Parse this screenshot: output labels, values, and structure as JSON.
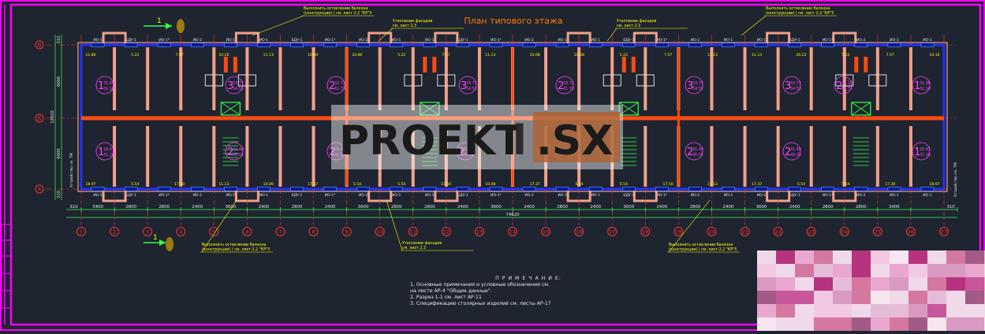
{
  "title": "План типового этажа",
  "watermark": {
    "left": "PROEKT",
    "right": ".SX",
    "middle_mark": "l"
  },
  "callouts": {
    "balcony_top": [
      "Выполнить остекление балкона",
      "(конструкции) | см. лист 2.2 \"КР\"5"
    ],
    "balcony_bottom": [
      "Выполнить остекление балкона",
      "(конструкции) | см. лист 2.2 \"КР\"5"
    ],
    "insulate_top": [
      "Утепление фасадов",
      "см. лист 2.3"
    ],
    "insulate_bottom": [
      "Утепление фасадов",
      "см. лист 2.3"
    ]
  },
  "section_marker": "1",
  "axes_columns": [
    "1",
    "2",
    "3",
    "4",
    "5",
    "6",
    "7",
    "8",
    "9",
    "10",
    "11",
    "12",
    "13",
    "14",
    "15",
    "16",
    "17",
    "18",
    "19",
    "20",
    "21",
    "22",
    "23",
    "24",
    "25",
    "26",
    "27"
  ],
  "axes_rows": [
    "В",
    "Б",
    "А"
  ],
  "dimensions": {
    "bottom_row1": [
      "310",
      "3400",
      "2800",
      "2800",
      "2400",
      "3600",
      "2400",
      "2800",
      "2400",
      "3600",
      "2800",
      "2800",
      "2400",
      "3600",
      "2400",
      "2800",
      "2400",
      "3600",
      "2400",
      "2800",
      "2400",
      "3600",
      "2400",
      "2800",
      "2800",
      "3400",
      "310"
    ],
    "total": "74620",
    "left_vertical": [
      "310",
      "6000",
      "12620",
      "6000",
      "310"
    ]
  },
  "apartments_top": [
    {
      "num": "1",
      "area": "31.80",
      "living": "52.10"
    },
    {
      "num": "3",
      "area": "33.77",
      "living": "54.53"
    },
    {
      "num": "2",
      "area": "33.72",
      "living": "61.73"
    },
    {
      "num": "3",
      "area": "33.77",
      "living": "54.53"
    },
    {
      "num": "2",
      "area": "33.72",
      "living": "61.73"
    },
    {
      "num": "3",
      "area": "33.77",
      "living": "54.53"
    },
    {
      "num": "3",
      "area": "33.77",
      "living": "54.53"
    },
    {
      "num": "2",
      "area": "34.12",
      "living": "61.73"
    },
    {
      "num": "1",
      "area": "31.80",
      "living": "52.10"
    }
  ],
  "apartments_bottom": [
    {
      "num": "1",
      "area": "18.97",
      "living": "31.18"
    },
    {
      "num": "2",
      "area": "31.40",
      "living": "45.55"
    },
    {
      "num": "2",
      "area": "31.40",
      "living": "45.55"
    },
    {
      "num": "2",
      "area": "31.40",
      "living": "45.55"
    },
    {
      "num": "2",
      "area": "31.40",
      "living": "45.55"
    },
    {
      "num": "2",
      "area": "31.40",
      "living": "45.55"
    },
    {
      "num": "2",
      "area": "31.40",
      "living": "45.55"
    },
    {
      "num": "1",
      "area": "18.97",
      "living": "31.18"
    }
  ],
  "window_tags": [
    "ИО-1",
    "БДУ-1",
    "ИО-1*",
    "ИО-2",
    "ИО-1"
  ],
  "side_labels": {
    "left": "Устройство см. ТМ",
    "right": "Устройство см. ТМ"
  },
  "notes": {
    "heading": "П Р И М Е Ч А Н И Е:",
    "items": [
      "1. Основные примечания и условные обозначения см.",
      "    на листе АР-4 \"Общие данные\".",
      "2. Разрез 1-1 см. лист АР-11",
      "3. Спецификацию столярных изделий см. листы АР-17"
    ]
  },
  "colors": {
    "background": "#1e2530",
    "frame": "#ff00ff",
    "wall": "#ff4a10",
    "partition": "#f1a08a",
    "window": "#2233ff",
    "axis": "#ff3030",
    "title": "#ff7a00",
    "green": "#33ff44",
    "yellow": "#ffff00"
  }
}
